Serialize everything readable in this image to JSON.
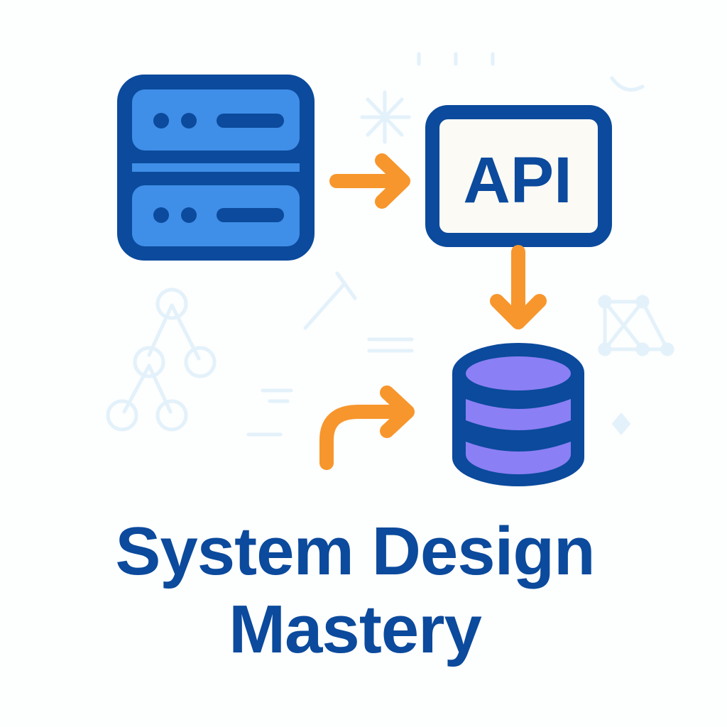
{
  "api_label": "API",
  "title": {
    "line1": "System Design",
    "line2": "Mastery"
  },
  "icons": {
    "server": "server-stack-icon",
    "api": "api-box-icon",
    "database": "database-icon"
  },
  "colors": {
    "navy": "#0b4a9c",
    "server_blue": "#3f8ee8",
    "orange": "#f7962c",
    "db_purple": "#8b7ff5",
    "api_fill": "#fbfaf5",
    "faint": "#e3f1fa"
  }
}
